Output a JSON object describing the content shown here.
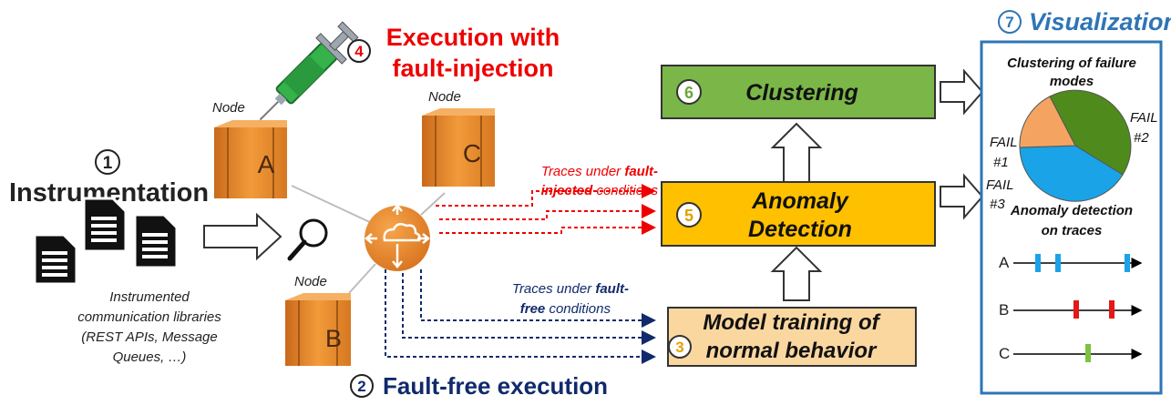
{
  "steps": {
    "s1": {
      "num": "1",
      "title": "Instrumentation"
    },
    "s2": {
      "num": "2",
      "title": "Fault-free execution"
    },
    "s3": {
      "num": "3",
      "line1": "Model training of",
      "line2": "normal behavior"
    },
    "s4": {
      "num": "4",
      "line1": "Execution with",
      "line2": "fault-injection"
    },
    "s5": {
      "num": "5",
      "line1": "Anomaly",
      "line2": "Detection"
    },
    "s6": {
      "num": "6",
      "title": "Clustering"
    },
    "s7": {
      "num": "7",
      "title": "Visualization"
    }
  },
  "libraries": {
    "line1": "Instrumented",
    "line2": "communication libraries",
    "line3": "(REST APIs, Message",
    "line4": "Queues, …)"
  },
  "nodes": {
    "a": {
      "caption": "Node",
      "letter": "A"
    },
    "b": {
      "caption": "Node",
      "letter": "B"
    },
    "c": {
      "caption": "Node",
      "letter": "C"
    }
  },
  "traces": {
    "faulty": {
      "l1a": "Traces under ",
      "l1b": "fault-",
      "l2a": "injected",
      "l2b": " conditions"
    },
    "free": {
      "l1a": "Traces under ",
      "l1b": "fault-",
      "l2a": "free",
      "l2b": " conditions"
    }
  },
  "visualization": {
    "cluster_title1": "Clustering of failure",
    "cluster_title2": "modes",
    "fail1a": "FAIL",
    "fail1b": "#1",
    "fail2a": "FAIL",
    "fail2b": "#2",
    "fail3a": "FAIL",
    "fail3b": "#3",
    "anomaly_title1": "Anomaly detection",
    "anomaly_title2": "on traces",
    "rows": [
      {
        "label": "A"
      },
      {
        "label": "B"
      },
      {
        "label": "C"
      }
    ]
  },
  "colors": {
    "red": "#ee0000",
    "navy": "#102a6b",
    "green_box": "#7ab648",
    "orange_box": "#ffc000",
    "light_box": "#fbd7a0",
    "node": "#e8892b",
    "vis_border": "#2e75b6"
  }
}
